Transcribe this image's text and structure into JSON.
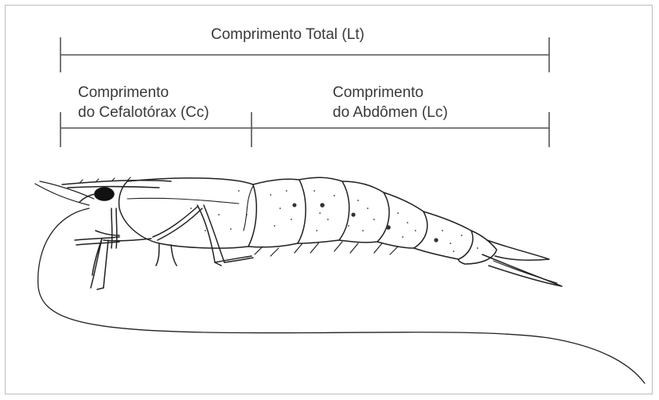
{
  "labels": {
    "total": "Comprimento Total (Lt)",
    "cephalothorax_line1": "Comprimento",
    "cephalothorax_line2": "do Cefalotórax (Cc)",
    "abdomen_line1": "Comprimento",
    "abdomen_line2": "do Abdômen (Lc)"
  },
  "colors": {
    "line": "#555555",
    "ink": "#222222",
    "text": "#3a3a3a"
  }
}
